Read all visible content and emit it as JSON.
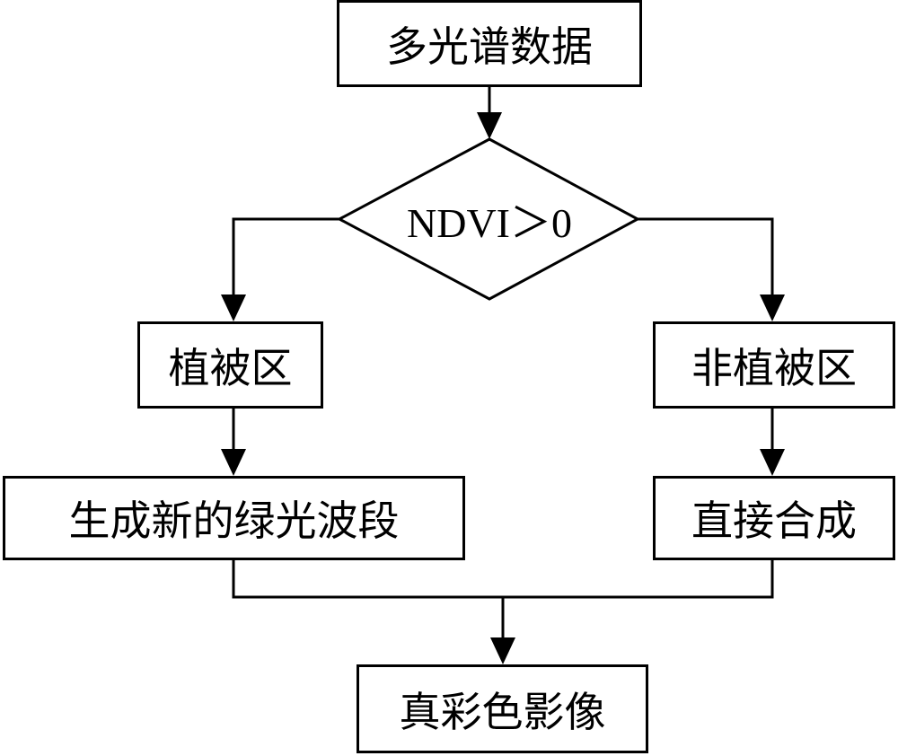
{
  "nodes": {
    "input": "多光谱数据",
    "decision": "NDVI＞0",
    "vegetation": "植被区",
    "non_vegetation": "非植被区",
    "new_green_band": "生成新的绿光波段",
    "direct_composite": "直接合成",
    "output": "真彩色影像"
  },
  "style": {
    "line_color": "#000000",
    "background": "#ffffff"
  }
}
